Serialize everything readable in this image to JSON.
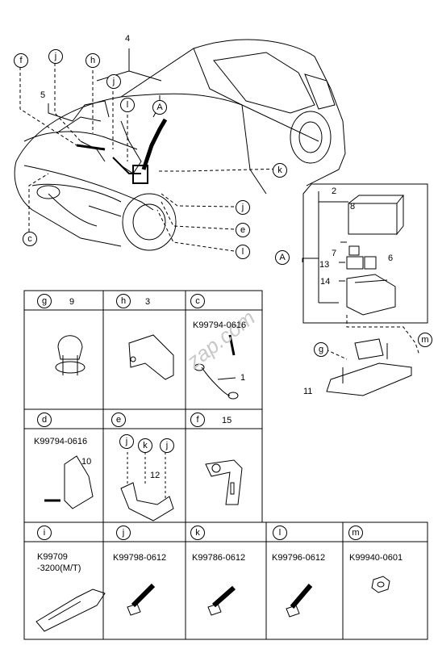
{
  "callouts": {
    "f": "f",
    "j": "j",
    "h": "h",
    "l": "l",
    "c": "c",
    "e": "e",
    "k": "k",
    "g": "g",
    "i": "i",
    "m": "m",
    "A": "A"
  },
  "numbers": {
    "n1": "1",
    "n2": "2",
    "n3": "3",
    "n4": "4",
    "n5": "5",
    "n6": "6",
    "n7": "7",
    "n8": "8",
    "n9": "9",
    "n10": "10",
    "n11": "11",
    "n12": "12",
    "n13": "13",
    "n14": "14",
    "n15": "15"
  },
  "part_numbers": {
    "c": "K99794-0616",
    "d": "K99794-0616",
    "i_line1": "K99709",
    "i_line2": "-3200(M/T)",
    "j": "K99798-0612",
    "k": "K99786-0612",
    "l": "K99796-0612",
    "m": "K99940-0601"
  },
  "watermark": "zap.com"
}
